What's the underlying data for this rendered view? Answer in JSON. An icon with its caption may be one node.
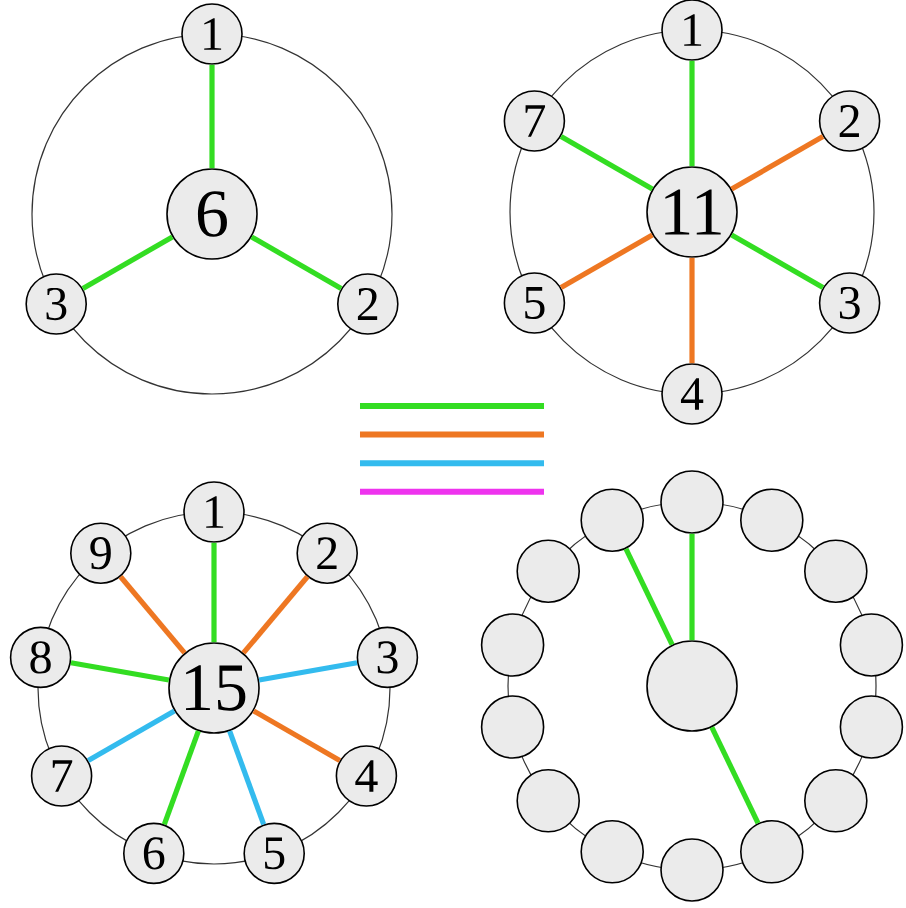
{
  "diagram": {
    "nodes": [
      {
        "text": [
          "6"
        ]
      },
      {
        "text": [
          "1"
        ]
      },
      {
        "text": [
          "2"
        ]
      },
      {
        "text": [
          "3"
        ]
      },
      {
        "text": [
          "11"
        ]
      },
      {
        "text": [
          "1"
        ]
      },
      {
        "text": [
          "2"
        ]
      },
      {
        "text": [
          "3"
        ]
      },
      {
        "text": [
          "4"
        ]
      },
      {
        "text": [
          "5"
        ]
      },
      {
        "text": [
          "7"
        ]
      },
      {
        "text": [
          "15"
        ]
      },
      {
        "text": [
          "1"
        ]
      },
      {
        "text": [
          "2"
        ]
      },
      {
        "text": [
          "3"
        ]
      },
      {
        "text": [
          "4"
        ]
      },
      {
        "text": [
          "5"
        ]
      },
      {
        "text": [
          "6"
        ]
      },
      {
        "text": [
          "7"
        ]
      },
      {
        "text": [
          "8"
        ]
      },
      {
        "text": [
          "9"
        ]
      },
      {
        "text": [],
        "shape": "circle"
      },
      {
        "text": [],
        "shape": "circle"
      },
      {
        "text": [],
        "shape": "circle"
      },
      {
        "text": [],
        "shape": "circle"
      },
      {
        "text": [],
        "shape": "circle"
      },
      {
        "text": [],
        "shape": "circle"
      },
      {
        "text": [],
        "shape": "circle"
      },
      {
        "text": [],
        "shape": "circle"
      },
      {
        "text": [],
        "shape": "circle"
      },
      {
        "text": [],
        "shape": "circle"
      },
      {
        "text": [],
        "shape": "circle"
      },
      {
        "text": [],
        "shape": "circle"
      },
      {
        "text": [],
        "shape": "circle"
      },
      {
        "text": [],
        "shape": "circle"
      },
      {
        "text": [],
        "shape": "circle"
      }
    ],
    "edges": [
      {
        "from": 0,
        "to": 1,
        "arrow": "none",
        "color": "#33dd22"
      },
      {
        "from": 0,
        "to": 2,
        "arrow": "none",
        "color": "#33dd22"
      },
      {
        "from": 0,
        "to": 3,
        "arrow": "none",
        "color": "#33dd22"
      },
      {
        "from": 4,
        "to": 5,
        "arrow": "none",
        "color": "#33dd22"
      },
      {
        "from": 4,
        "to": 6,
        "arrow": "none",
        "color": "#ee7722"
      },
      {
        "from": 4,
        "to": 7,
        "arrow": "none",
        "color": "#33dd22"
      },
      {
        "from": 4,
        "to": 8,
        "arrow": "none",
        "color": "#ee7722"
      },
      {
        "from": 4,
        "to": 9,
        "arrow": "none",
        "color": "#ee7722"
      },
      {
        "from": 4,
        "to": 10,
        "arrow": "none",
        "color": "#33dd22"
      },
      {
        "from": 11,
        "to": 12,
        "arrow": "none",
        "color": "#33dd22"
      },
      {
        "from": 11,
        "to": 13,
        "arrow": "none",
        "color": "#ee7722"
      },
      {
        "from": 11,
        "to": 14,
        "arrow": "none",
        "color": "#33bbee"
      },
      {
        "from": 11,
        "to": 15,
        "arrow": "none",
        "color": "#ee7722"
      },
      {
        "from": 11,
        "to": 16,
        "arrow": "none",
        "color": "#33bbee"
      },
      {
        "from": 11,
        "to": 17,
        "arrow": "none",
        "color": "#33dd22"
      },
      {
        "from": 11,
        "to": 18,
        "arrow": "none",
        "color": "#33bbee"
      },
      {
        "from": 11,
        "to": 19,
        "arrow": "none",
        "color": "#33dd22"
      },
      {
        "from": 11,
        "to": 20,
        "arrow": "none",
        "color": "#ee7722"
      },
      {
        "from": 28,
        "to": 21,
        "arrow": "none",
        "color": "#33dd22"
      },
      {
        "from": 28,
        "to": 22,
        "arrow": "none",
        "color": "#33dd22"
      },
      {
        "from": 28,
        "to": 34,
        "arrow": "none",
        "color": "#33dd22"
      }
    ]
  }
}
